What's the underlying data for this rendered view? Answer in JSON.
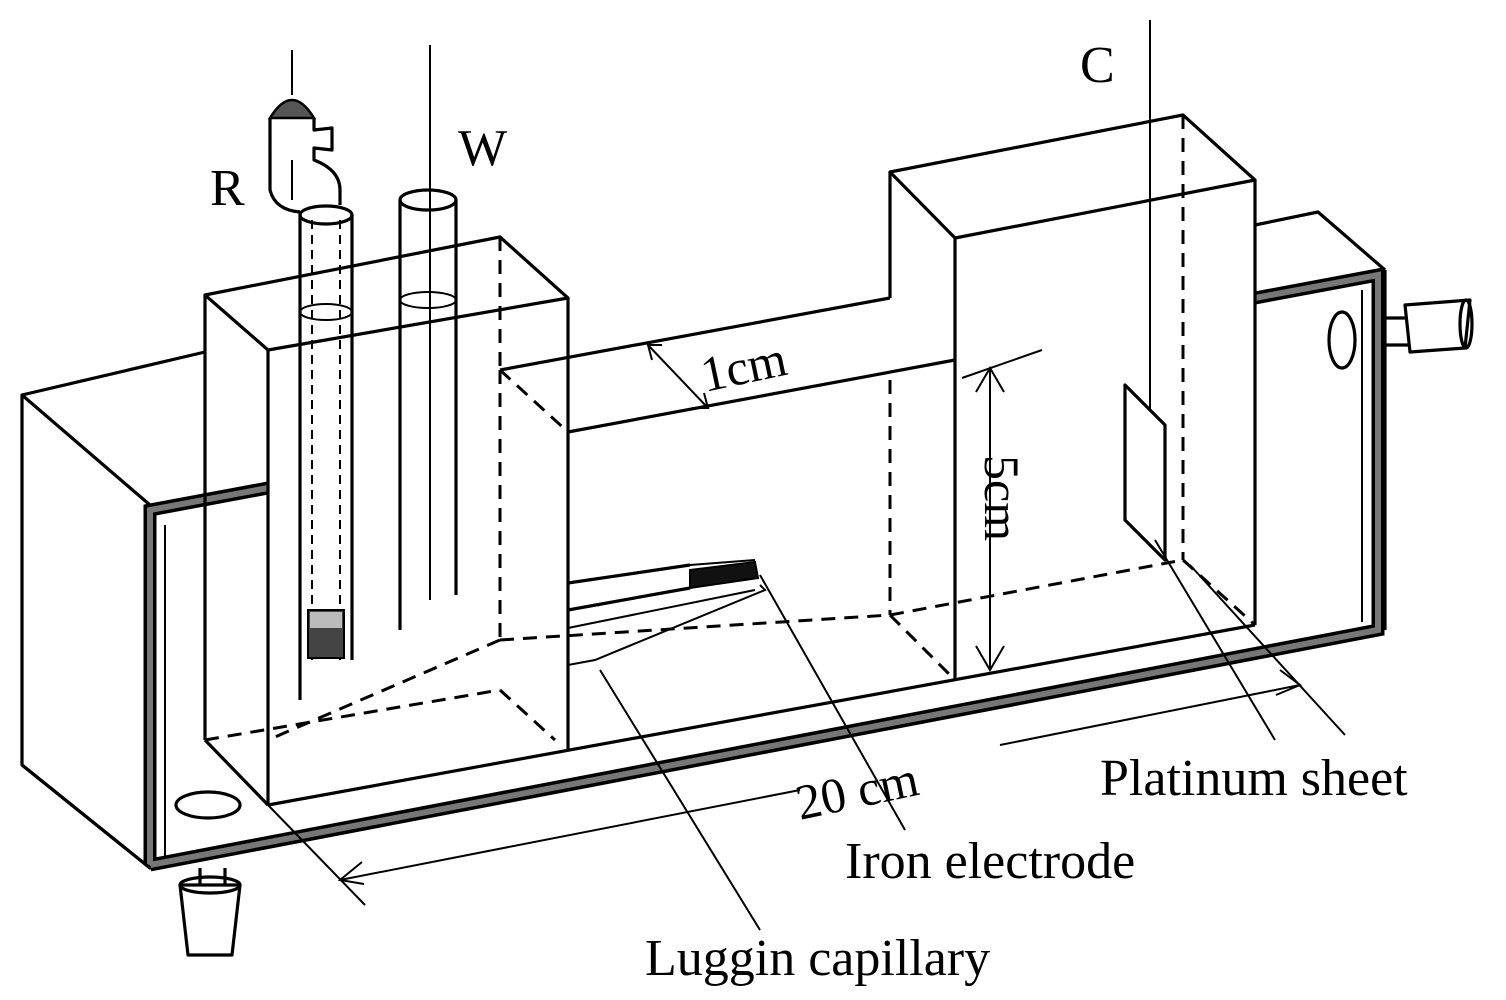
{
  "labels": {
    "reference_electrode": "R",
    "working_electrode": "W",
    "counter_electrode": "C",
    "width_dimension": "1cm",
    "height_dimension": "5cm",
    "length_dimension": "20 cm",
    "platinum_sheet": "Platinum sheet",
    "iron_electrode": "Iron electrode",
    "luggin_capillary": "Luggin capillary"
  }
}
